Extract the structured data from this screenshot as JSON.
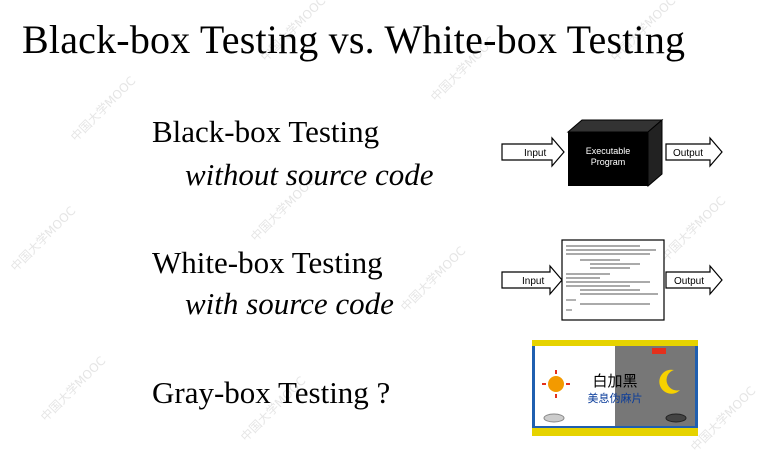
{
  "slide": {
    "title": "Black-box Testing vs. White-box Testing",
    "rows": [
      {
        "label": "Black-box Testing",
        "sublabel": "without source code"
      },
      {
        "label": "White-box Testing",
        "sublabel": "with source code"
      },
      {
        "label": "Gray-box Testing ?"
      }
    ]
  },
  "diagrams": {
    "black_box": {
      "input": "Input",
      "box_line1": "Executable",
      "box_line2": "Program",
      "output": "Output"
    },
    "white_box": {
      "input": "Input",
      "output": "Output"
    }
  },
  "gray_box_image": {
    "brand": "白加黑",
    "product": "美息伪麻片"
  },
  "watermark": "中国大学MOOC"
}
